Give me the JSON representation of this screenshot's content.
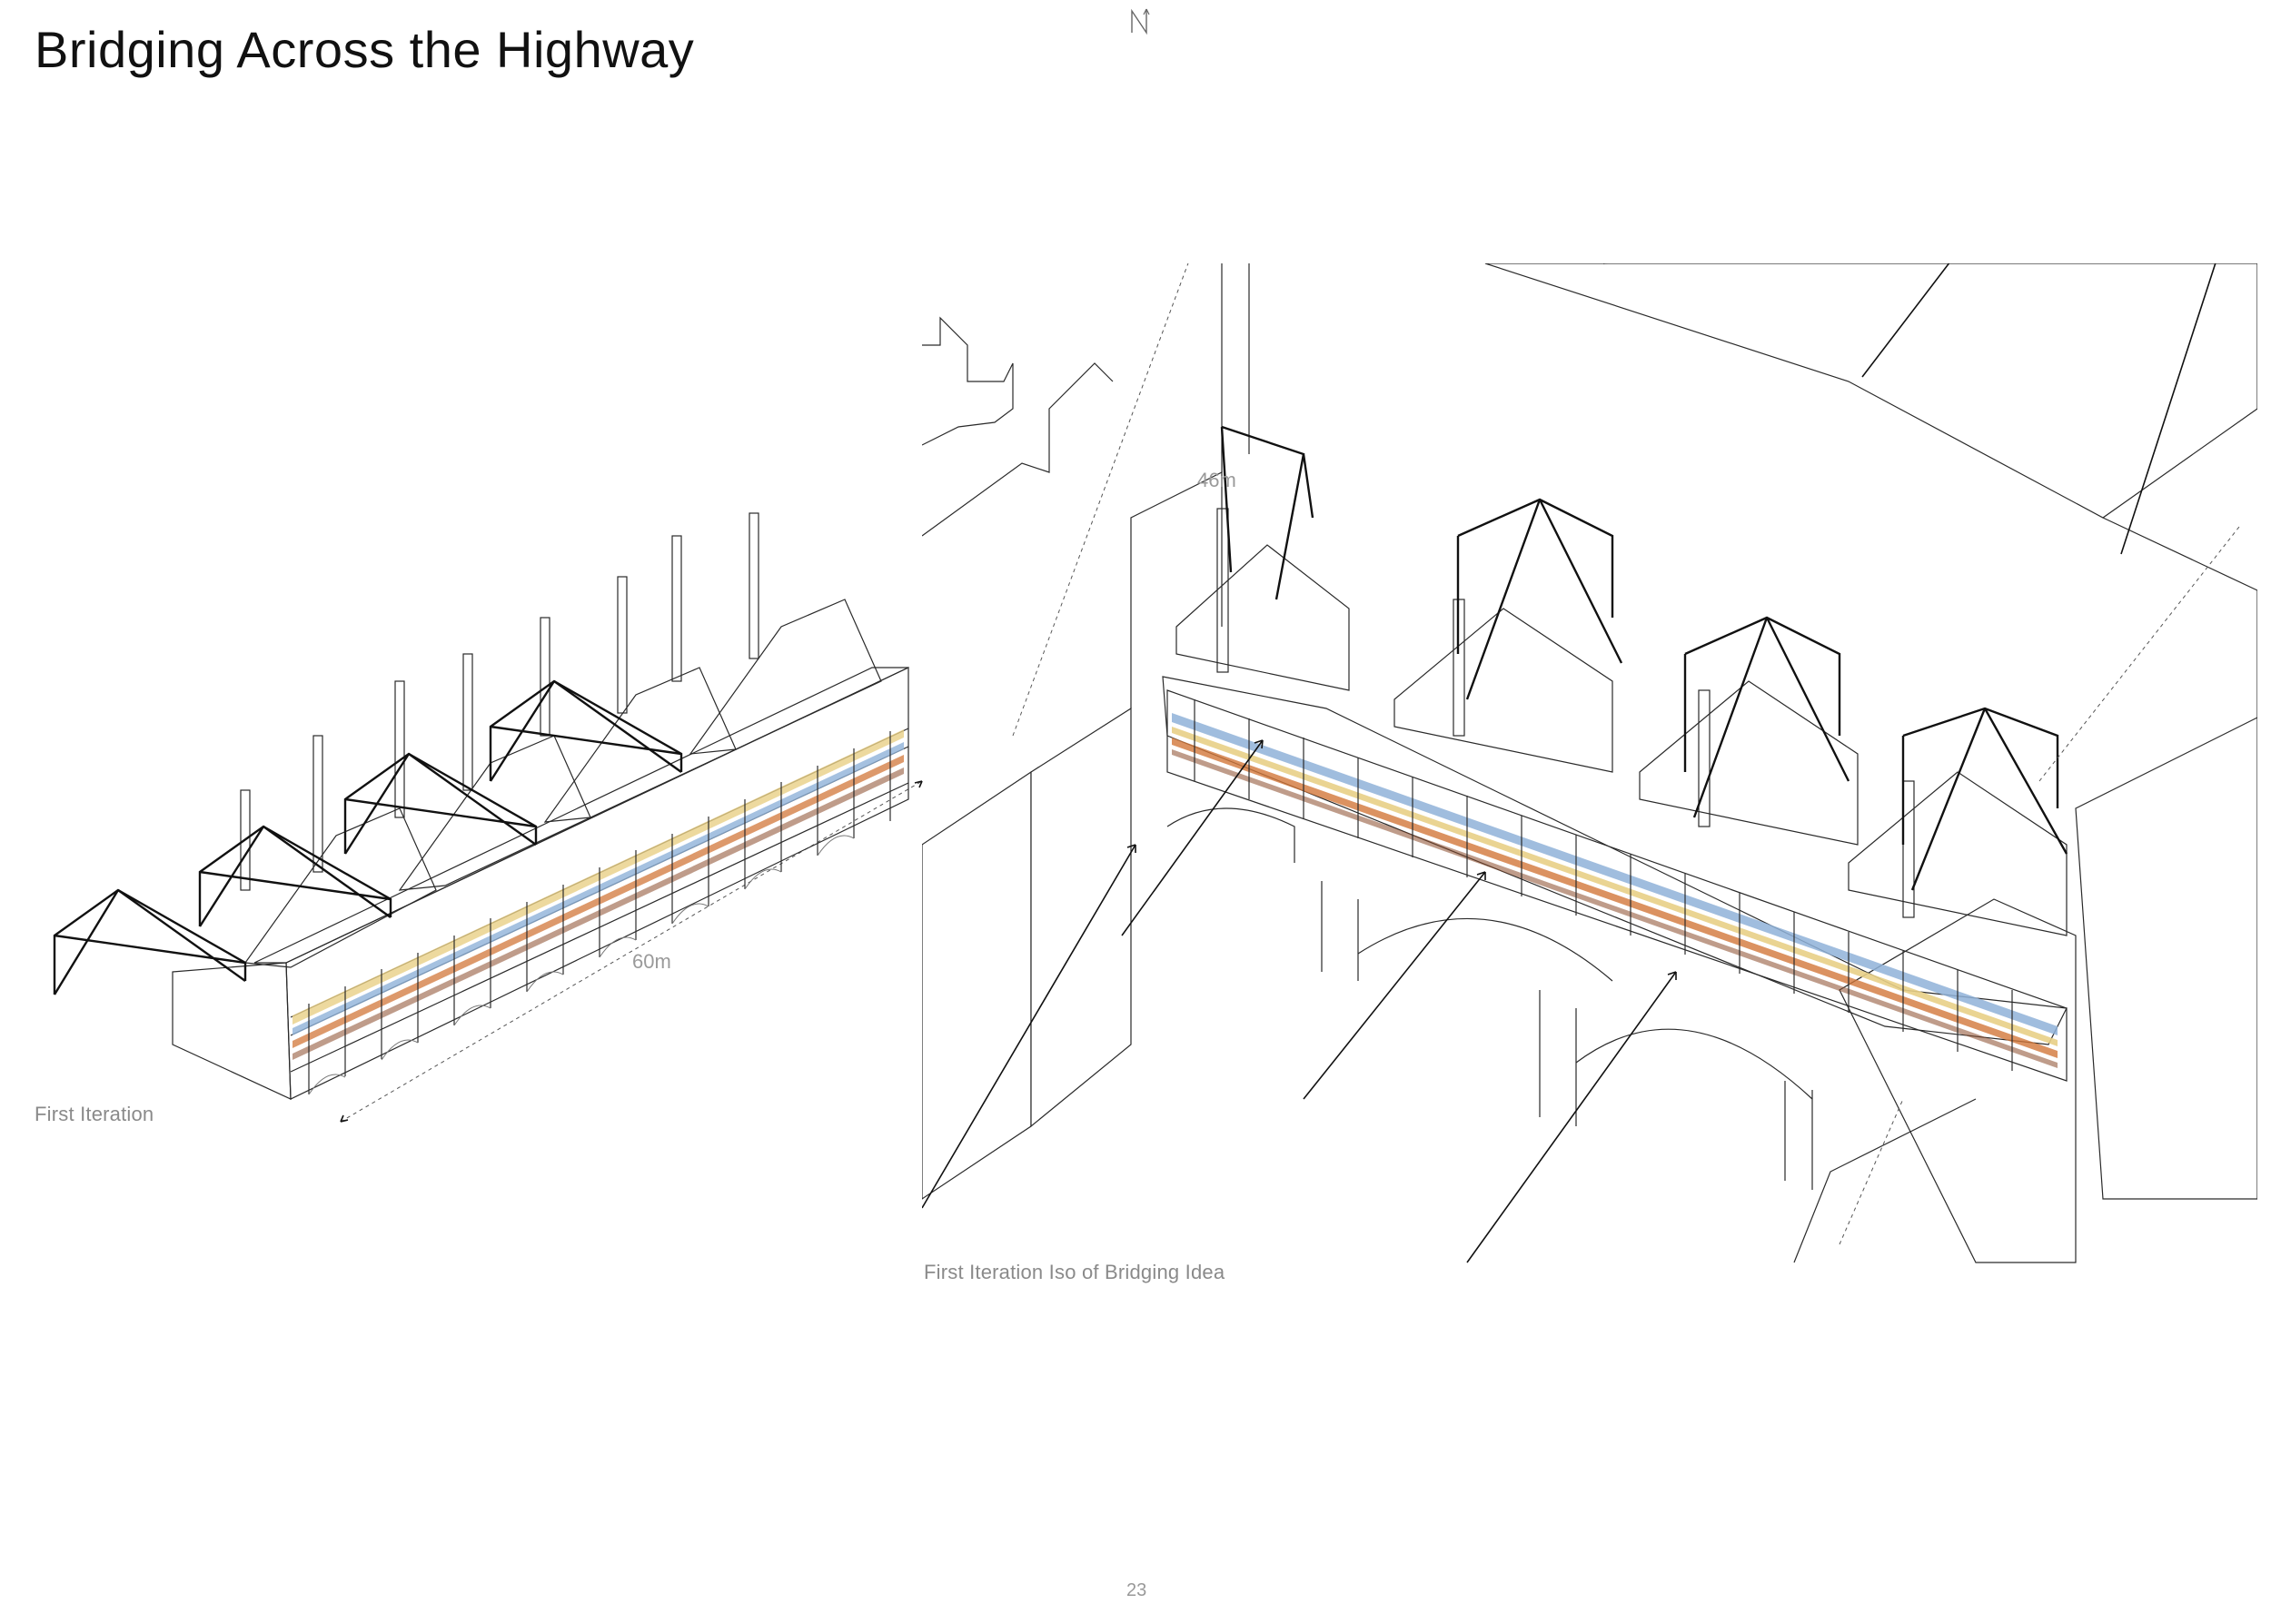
{
  "page": {
    "title": "Bridging Across the Highway",
    "page_number": "23"
  },
  "north_arrow": {
    "label": "N",
    "icon": "north-arrow-icon"
  },
  "left_drawing": {
    "caption": "First Iteration",
    "dimension": "60m"
  },
  "right_drawing": {
    "caption": "First Iteration Iso of Bridging Idea",
    "dimension": "46m"
  },
  "colors": {
    "ink": "#111111",
    "shelf_orange": "#d2773a",
    "shelf_blue": "#8fb2d8",
    "shelf_yellow": "#e8cf86",
    "shelf_brown": "#8a4b2a"
  }
}
